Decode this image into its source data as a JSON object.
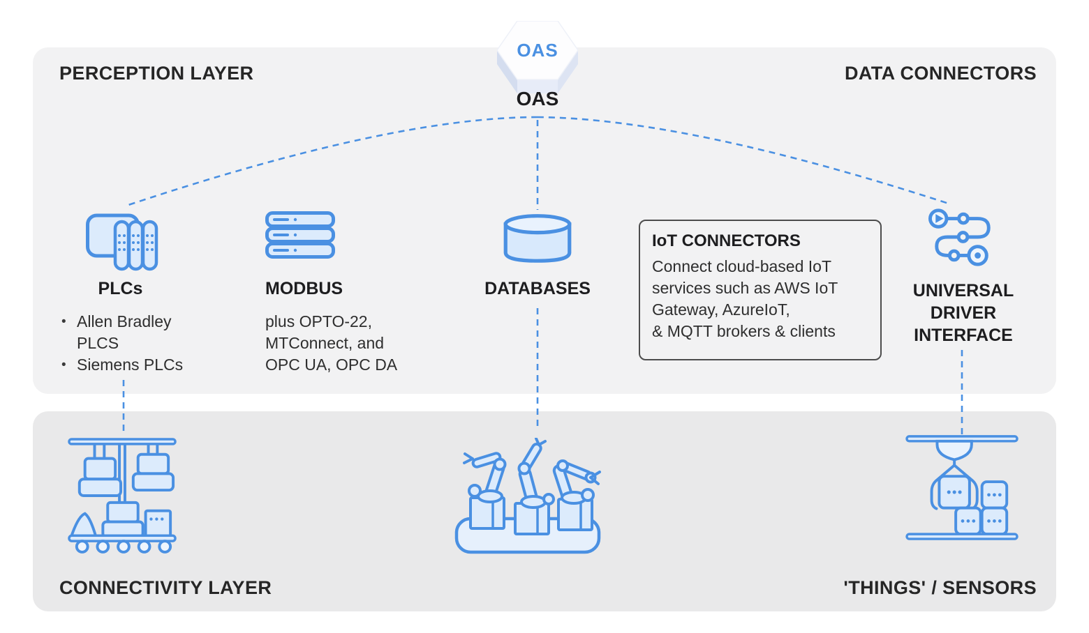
{
  "oas": {
    "hex_label": "OAS",
    "caption": "OAS"
  },
  "sections": {
    "perception": {
      "left_label": "PERCEPTION LAYER",
      "right_label": "DATA CONNECTORS"
    },
    "connectivity": {
      "left_label": "CONNECTIVITY LAYER",
      "right_label": "'THINGS' / SENSORS"
    }
  },
  "connectors": [
    {
      "id": "plcs",
      "title": "PLCs",
      "bullets": [
        "Allen Bradley PLCS",
        "Siemens PLCs"
      ]
    },
    {
      "id": "modbus",
      "title": "MODBUS",
      "lines": [
        "plus OPTO-22,",
        "MTConnect, and",
        "OPC UA, OPC DA"
      ]
    },
    {
      "id": "databases",
      "title": "DATABASES"
    },
    {
      "id": "iot_connectors",
      "title": "IoT CONNECTORS",
      "lines": [
        "Connect cloud-based IoT",
        "services such as AWS IoT",
        "Gateway, AzureIoT,",
        "& MQTT brokers & clients"
      ]
    },
    {
      "id": "universal_driver",
      "title_lines": [
        "UNIVERSAL",
        "DRIVER",
        "INTERFACE"
      ]
    }
  ],
  "icons": {
    "oas": "oas-hexagon-icon",
    "plcs": "plc-icon",
    "modbus": "server-stack-icon",
    "databases": "database-icon",
    "universal_driver": "workflow-icon",
    "connectivity_left": "factory-equipment-icon",
    "connectivity_middle": "robot-arms-icon",
    "connectivity_right": "pick-and-place-icon"
  },
  "colors": {
    "accent_blue": "#4a90e2",
    "icon_fill": "#dcebfc",
    "top_section_bg": "#f2f2f3",
    "bottom_section_bg": "#e9e9ea",
    "iot_box_border": "#4c4c4c",
    "text": "#232323"
  }
}
